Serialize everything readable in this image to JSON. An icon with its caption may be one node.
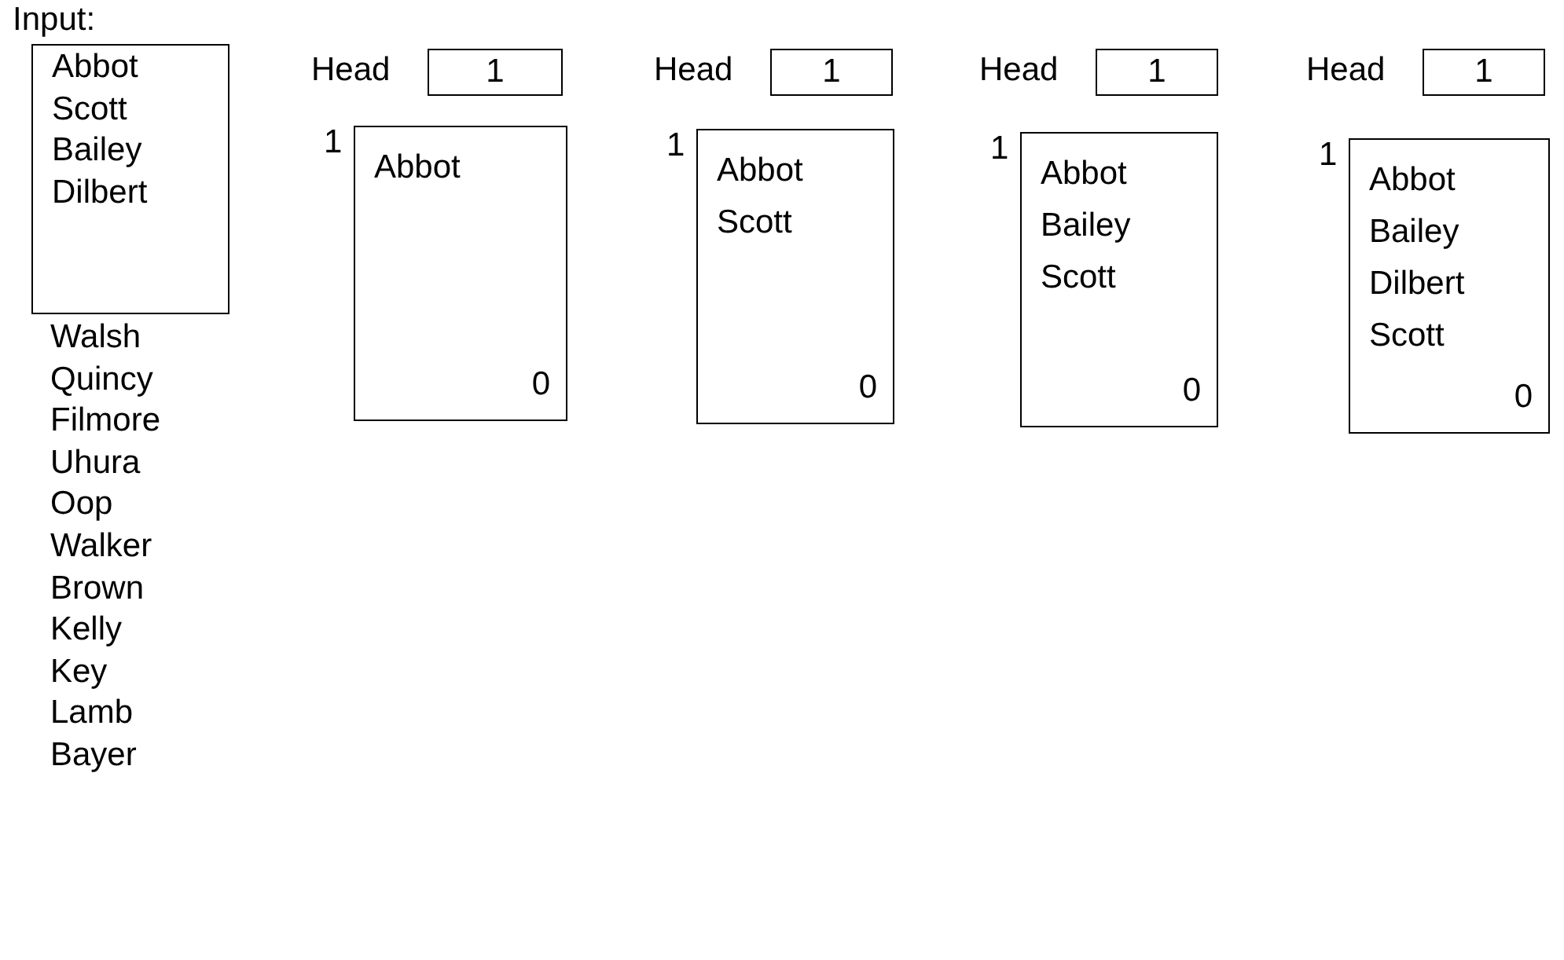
{
  "diagram": {
    "nodes": [
      {
        "text": [
          "Input:",
          "Abbot",
          "Scott",
          "Bailey",
          "Dilbert"
        ]
      },
      {
        "text": [
          "1"
        ],
        "beside": [
          "Head"
        ]
      },
      {
        "text": [
          "Abbot",
          "0"
        ],
        "beside": [
          "1"
        ]
      },
      {
        "text": [
          "1"
        ],
        "beside": [
          "Head"
        ]
      },
      {
        "text": [
          "Abbot",
          "Scott",
          "0"
        ],
        "beside": [
          "1"
        ]
      },
      {
        "text": [
          "1"
        ],
        "beside": [
          "Head"
        ]
      },
      {
        "text": [
          "Abbot",
          "Bailey",
          "Scott",
          "0"
        ],
        "beside": [
          "1"
        ]
      },
      {
        "text": [
          "1"
        ],
        "beside": [
          "Head"
        ]
      },
      {
        "text": [
          "Abbot",
          "Bailey",
          "Dilbert",
          "Scott",
          "0"
        ],
        "beside": [
          "1"
        ]
      }
    ],
    "labels": [
      "Walsh",
      "Quincy",
      "Filmore",
      "Uhura",
      "Oop",
      "Walker",
      "Brown",
      "Kelly",
      "Key",
      "Lamb",
      "Bayer"
    ]
  }
}
